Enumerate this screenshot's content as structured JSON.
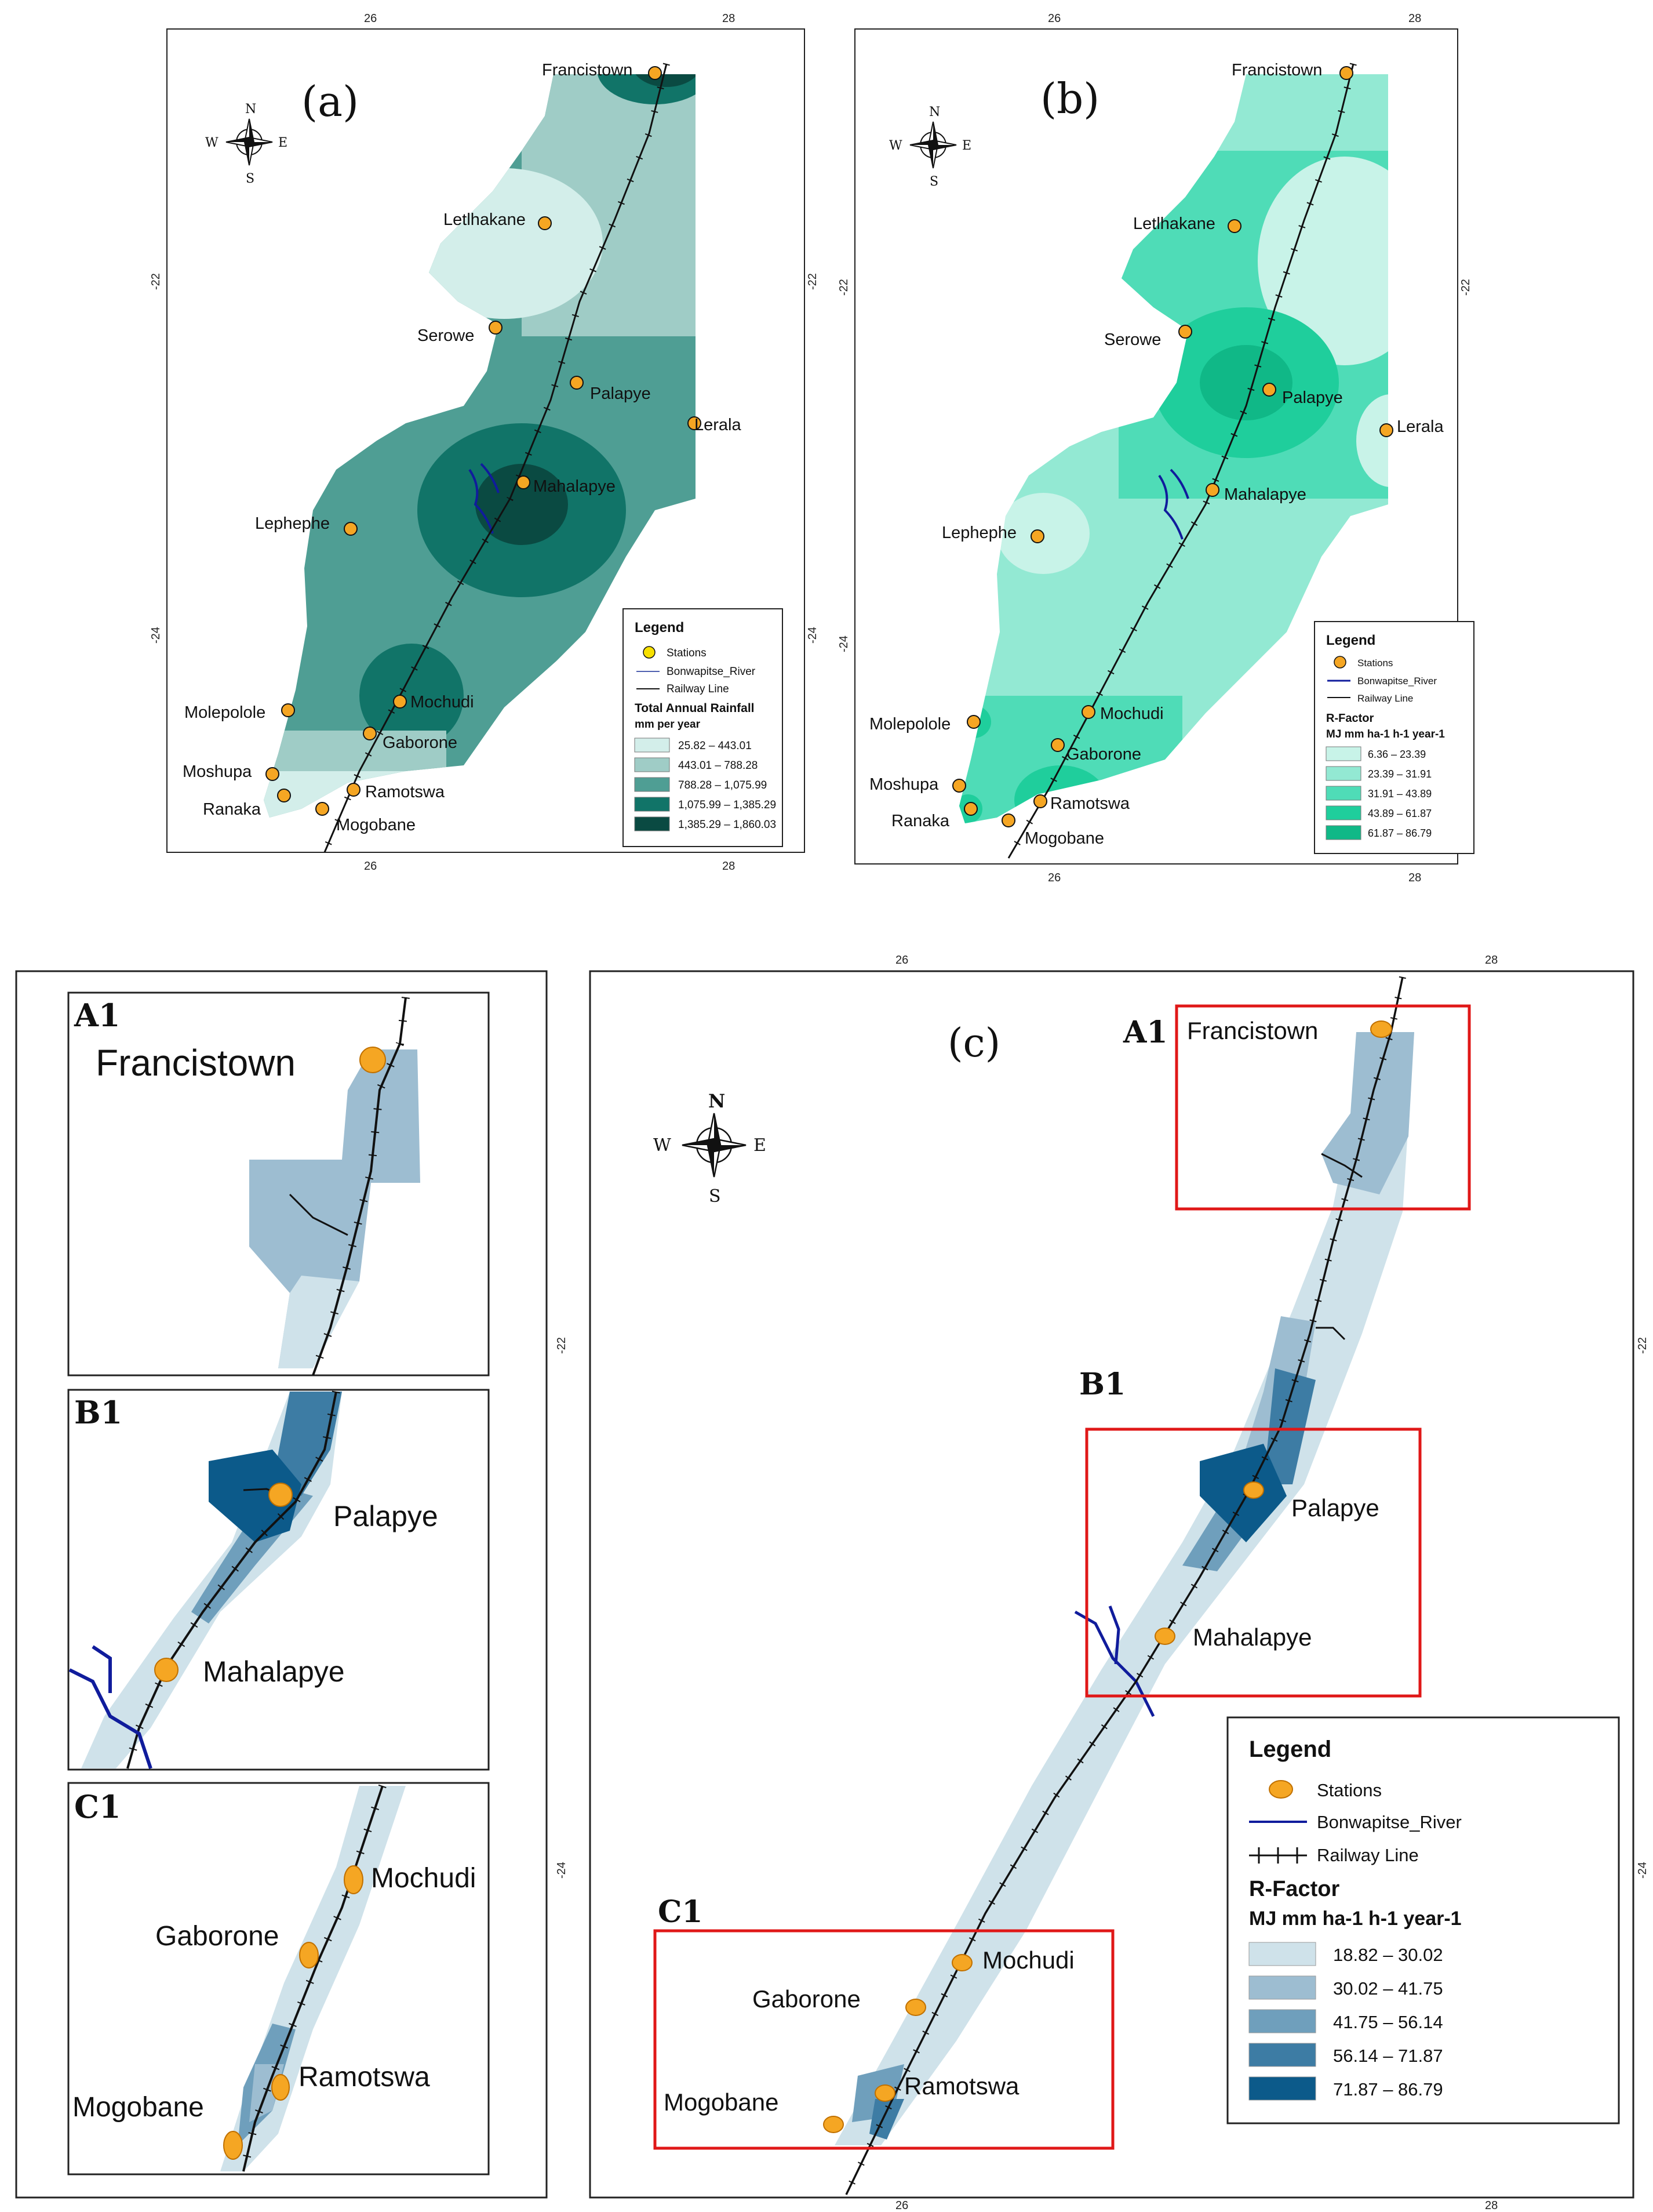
{
  "panels": {
    "a": {
      "label": "(a)",
      "legend_title": "Legend",
      "legend_items": [
        "Stations",
        "Bonwapitse_River",
        "Railway Line"
      ],
      "variable_title": "Total Annual Rainfall",
      "unit": "mm per year",
      "classes": [
        "25.82 – 443.01",
        "443.01 – 788.28",
        "788.28 – 1,075.99",
        "1,075.99 – 1,385.29",
        "1,385.29 – 1,860.03"
      ],
      "class_colors": [
        "#d3eeea",
        "#9fccc6",
        "#4f9e94",
        "#117468",
        "#0a4a42"
      ],
      "stations": [
        "Francistown",
        "Letlhakane",
        "Serowe",
        "Palapye",
        "Lerala",
        "Mahalapye",
        "Lephephe",
        "Mochudi",
        "Molepolole",
        "Gaborone",
        "Moshupa",
        "Ramotswa",
        "Ranaka",
        "Mogobane"
      ]
    },
    "b": {
      "label": "(b)",
      "legend_title": "Legend",
      "legend_items": [
        "Stations",
        "Bonwapitse_River",
        "Railway Line"
      ],
      "variable_title": "R-Factor",
      "unit": "MJ mm ha-1 h-1 year-1",
      "classes": [
        "6.36 – 23.39",
        "23.39 – 31.91",
        "31.91 – 43.89",
        "43.89 – 61.87",
        "61.87 – 86.79"
      ],
      "class_colors": [
        "#c8f3e8",
        "#93e9d3",
        "#4fdcb7",
        "#1fce9c",
        "#10b887"
      ],
      "stations": [
        "Francistown",
        "Letlhakane",
        "Serowe",
        "Palapye",
        "Lerala",
        "Mahalapye",
        "Lephephe",
        "Molepolole",
        "Mochudi",
        "Gaborone",
        "Moshupa",
        "Ramotswa",
        "Ranaka",
        "Mogobane"
      ]
    },
    "c": {
      "label": "(c)",
      "legend_title": "Legend",
      "legend_items": [
        "Stations",
        "Bonwapitse_River",
        "Railway Line"
      ],
      "variable_title": "R-Factor",
      "unit": "MJ mm ha-1 h-1 year-1",
      "classes": [
        "18.82 – 30.02",
        "30.02 – 41.75",
        "41.75 – 56.14",
        "56.14 – 71.87",
        "71.87 – 86.79"
      ],
      "class_colors": [
        "#cfe2ea",
        "#9dbdd1",
        "#6f9fbc",
        "#3d7ca4",
        "#0c5a8a"
      ],
      "inset_tags": [
        "A1",
        "B1",
        "C1"
      ],
      "stations": [
        "Francistown",
        "Palapye",
        "Mahalapye",
        "Mochudi",
        "Gaborone",
        "Ramotswa",
        "Mogobane"
      ]
    },
    "insets": {
      "A1": {
        "tag": "A1",
        "stations": [
          "Francistown"
        ]
      },
      "B1": {
        "tag": "B1",
        "stations": [
          "Palapye",
          "Mahalapye"
        ]
      },
      "C1": {
        "tag": "C1",
        "stations": [
          "Mochudi",
          "Gaborone",
          "Ramotswa",
          "Mogobane"
        ]
      }
    }
  },
  "compass": {
    "n": "N",
    "s": "S",
    "e": "E",
    "w": "W"
  },
  "grid_labels": {
    "lon_26": "26",
    "lon_28": "28",
    "lat_22": "-22",
    "lat_24": "-24"
  },
  "colors": {
    "station_fill": "#f5a623",
    "river": "#101c9c",
    "rail": "#111111",
    "frame": "#222222",
    "highlight_box": "#e01818"
  }
}
